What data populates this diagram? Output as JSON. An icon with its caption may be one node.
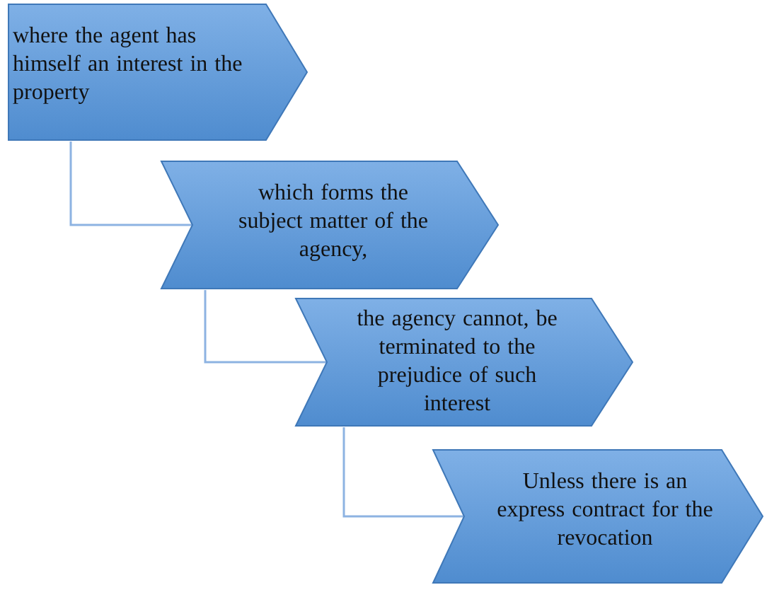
{
  "diagram": {
    "nodes": [
      {
        "text": [
          "where the agent has himself an interest in the property"
        ]
      },
      {
        "text": [
          "which forms the subject matter of the agency,"
        ]
      },
      {
        "text": [
          "the agency cannot, be terminated to the prejudice of such interest"
        ]
      },
      {
        "text": [
          "Unless there is an express contract for the revocation"
        ]
      }
    ],
    "edges": [
      {
        "from": 0,
        "to": 1,
        "arrow": "none"
      },
      {
        "from": 1,
        "to": 2,
        "arrow": "none"
      },
      {
        "from": 2,
        "to": 3,
        "arrow": "none"
      }
    ]
  }
}
